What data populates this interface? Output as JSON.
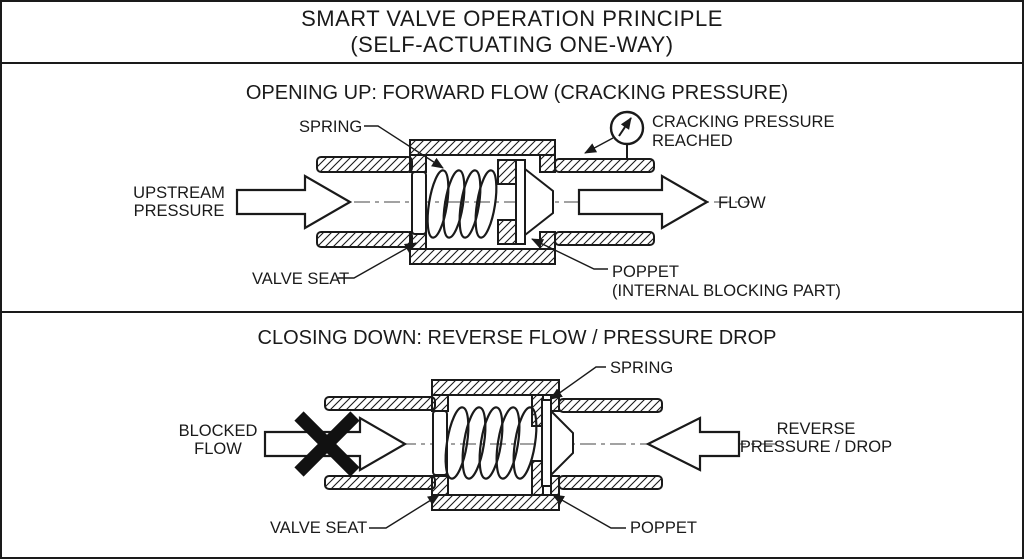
{
  "title": {
    "line1": "SMART VALVE OPERATION PRINCIPLE",
    "line2": "(SELF-ACTUATING ONE-WAY)"
  },
  "panel1": {
    "header": "OPENING UP: FORWARD FLOW (CRACKING PRESSURE)",
    "labels": {
      "spring": "SPRING",
      "upstream_line1": "UPSTREAM",
      "upstream_line2": "PRESSURE",
      "valve_seat": "VALVE SEAT",
      "poppet_line1": "POPPET",
      "poppet_line2": "(INTERNAL BLOCKING PART)",
      "gauge_line1": "CRACKING PRESSURE",
      "gauge_line2": "REACHED",
      "flow": "FLOW"
    }
  },
  "panel2": {
    "header": "CLOSING DOWN: REVERSE FLOW / PRESSURE DROP",
    "labels": {
      "spring": "SPRING",
      "blocked_line1": "BLOCKED",
      "blocked_line2": "FLOW",
      "valve_seat": "VALVE SEAT",
      "poppet": "POPPET",
      "reverse_line1": "REVERSE",
      "reverse_line2": "PRESSURE / DROP"
    }
  },
  "colors": {
    "ink": "#1a1a1a",
    "background": "#ffffff"
  }
}
